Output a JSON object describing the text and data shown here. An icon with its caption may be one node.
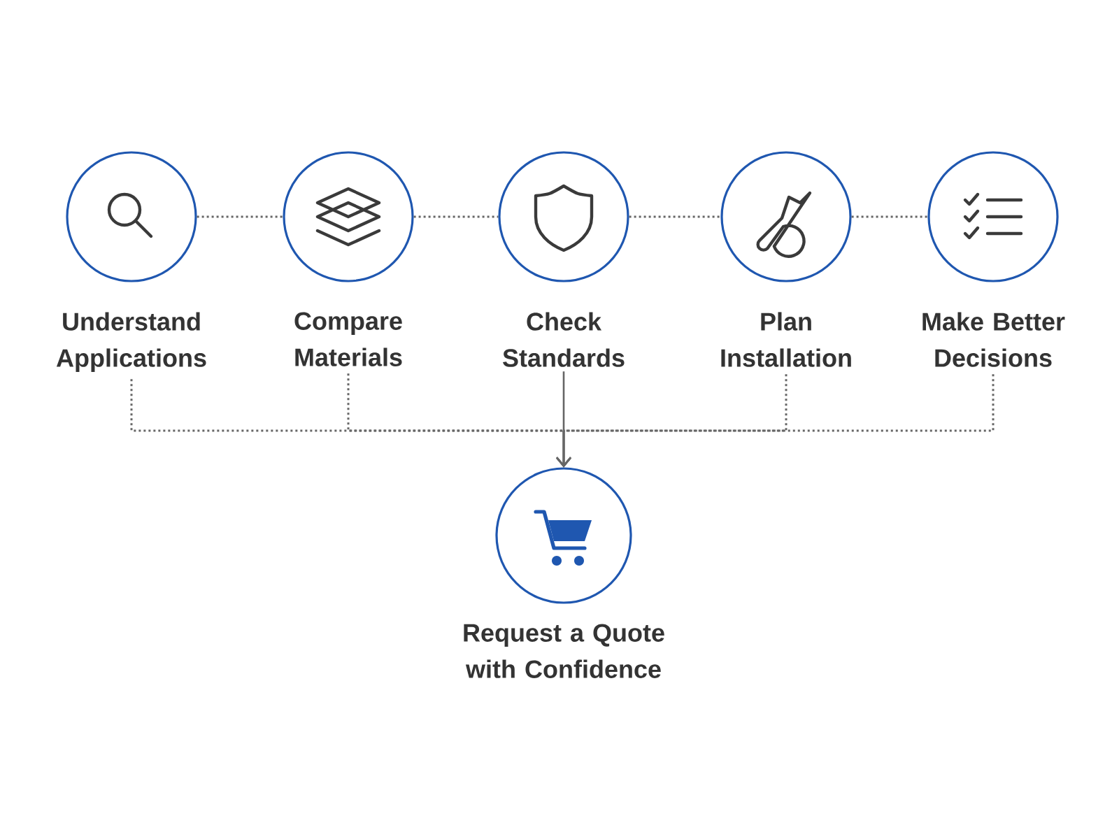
{
  "diagram": {
    "nodes": [
      {
        "text": [
          "Understand Applications"
        ]
      },
      {
        "text": [
          "Compare Materials"
        ]
      },
      {
        "text": [
          "Check Standards"
        ]
      },
      {
        "text": [
          "Plan Installation"
        ]
      },
      {
        "text": [
          "Make Better Decisions"
        ]
      },
      {
        "text": [
          "Request a Quote with Confidence"
        ]
      }
    ],
    "edges": [
      {
        "from": 0,
        "to": 1,
        "arrow": "none",
        "style": "dashed"
      },
      {
        "from": 1,
        "to": 2,
        "arrow": "none",
        "style": "dashed"
      },
      {
        "from": 2,
        "to": 3,
        "arrow": "none",
        "style": "dashed"
      },
      {
        "from": 3,
        "to": 4,
        "arrow": "none",
        "style": "dashed"
      },
      {
        "from": 0,
        "to": 5,
        "arrow": "to",
        "style": "dashed"
      },
      {
        "from": 1,
        "to": 5,
        "arrow": "to",
        "style": "dashed"
      },
      {
        "from": 2,
        "to": 5,
        "arrow": "to"
      },
      {
        "from": 3,
        "to": 5,
        "arrow": "to",
        "style": "dashed"
      },
      {
        "from": 4,
        "to": 5,
        "arrow": "to",
        "style": "dashed"
      }
    ]
  }
}
